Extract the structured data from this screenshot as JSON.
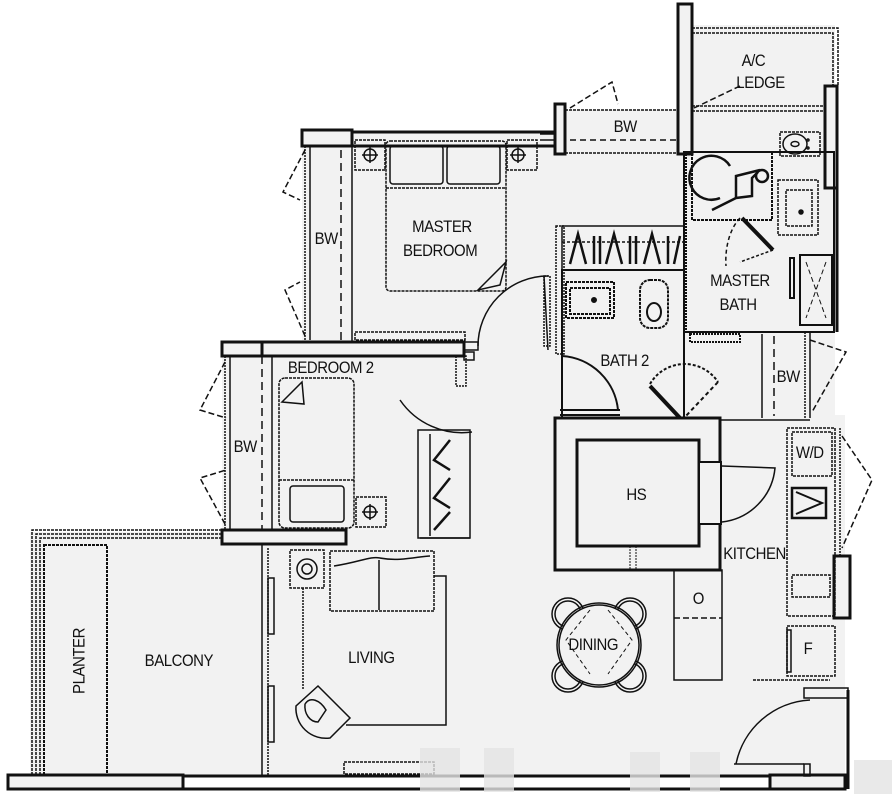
{
  "plan": {
    "type": "apartment floor plan",
    "background": "#f2f2f2",
    "line_color": "#111111",
    "rooms": {
      "ac_ledge": "A/C\nLEDGE",
      "ac_ledge_line1": "A/C",
      "ac_ledge_line2": "LEDGE",
      "bw_top": "BW",
      "master_bedroom_line1": "MASTER",
      "master_bedroom_line2": "BEDROOM",
      "bw_master_left": "BW",
      "master_bath_line1": "MASTER",
      "master_bath_line2": "BATH",
      "bath2": "BATH 2",
      "bw_right": "BW",
      "bedroom2": "BEDROOM 2",
      "bw_bedroom2": "BW",
      "hs": "HS",
      "wd": "W/D",
      "kitchen": "KITCHEN",
      "oven": "O",
      "fridge": "F",
      "dining": "DINING",
      "living": "LIVING",
      "balcony": "BALCONY",
      "planter": "PLANTER"
    },
    "symbols": [
      "wheelchair-accessible-icon",
      "toilet-icon",
      "sink-icon",
      "shower-icon",
      "double-bed-icon",
      "single-bed-icon",
      "wardrobe-icon",
      "sofa-icon",
      "armchair-icon",
      "dining-table-icon",
      "lamp-icon",
      "stove-icon"
    ],
    "watermark_color": "#dcdcdc"
  }
}
